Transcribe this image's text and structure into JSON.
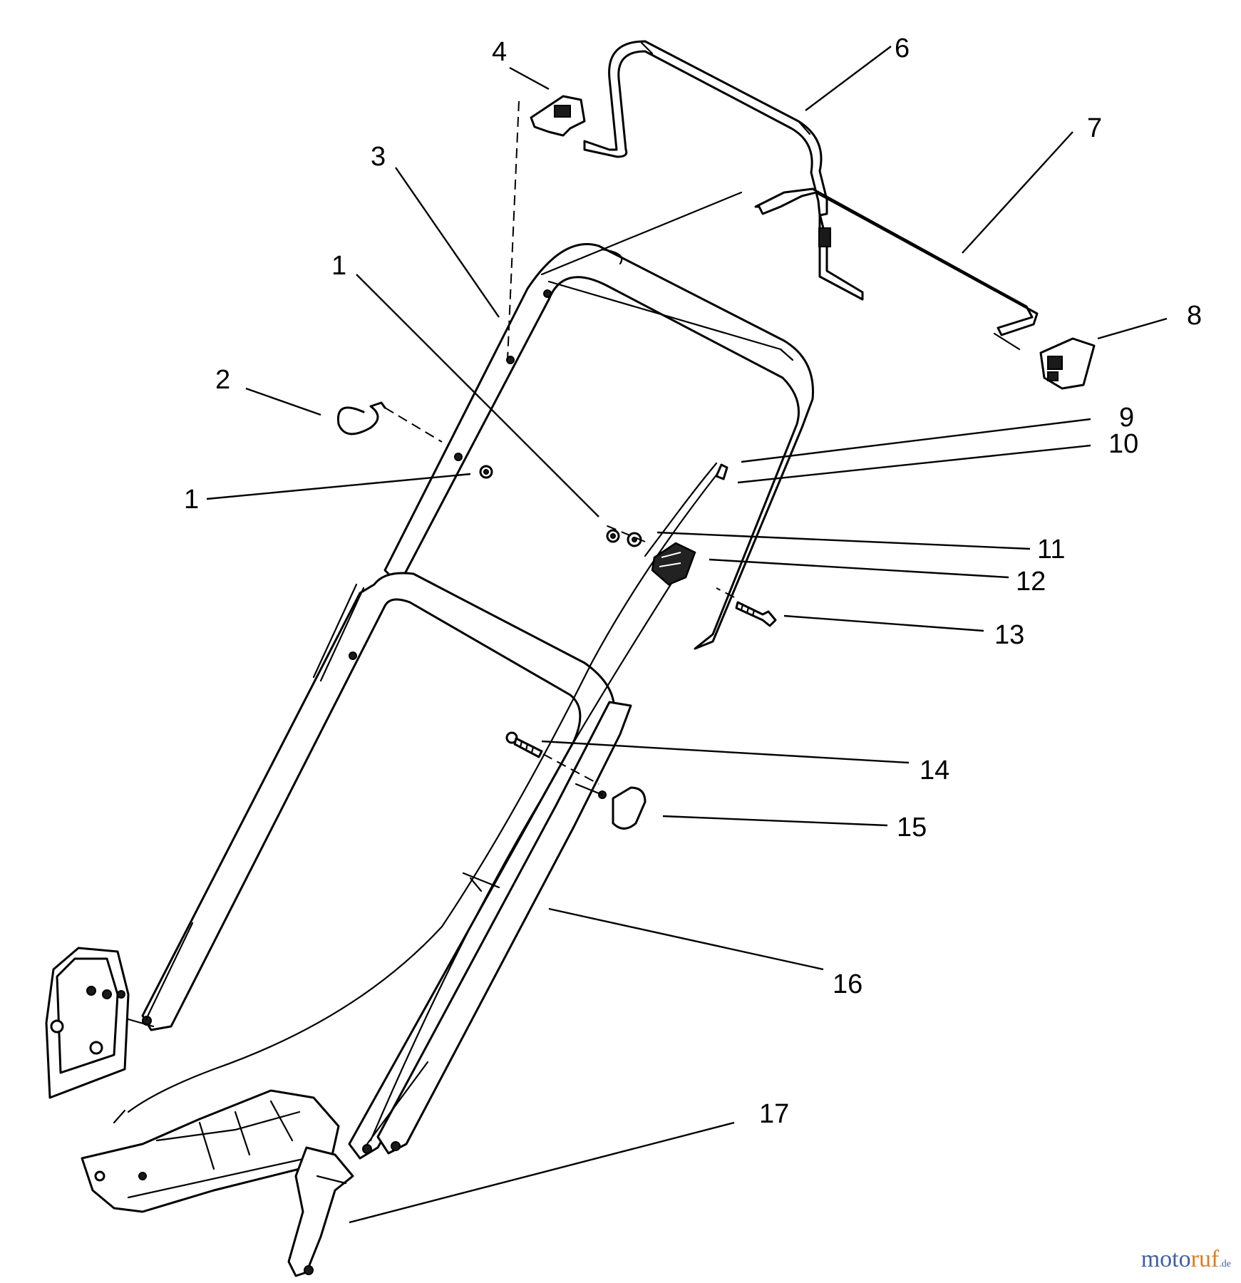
{
  "callouts": [
    "1",
    "2",
    "3",
    "4",
    "6",
    "7",
    "8",
    "9",
    "10",
    "11",
    "12",
    "13",
    "14",
    "15",
    "16",
    "17",
    "1"
  ],
  "watermark": {
    "part1": "mo",
    "part2": "to",
    "part3": "ruf",
    "tld": ".de"
  }
}
